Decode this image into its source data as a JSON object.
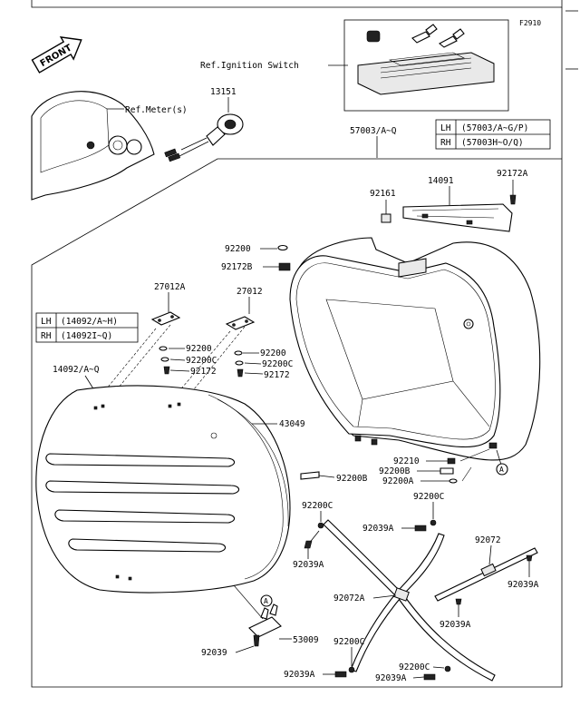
{
  "figure_code": "F2910",
  "ref_labels": {
    "ignition_switch": "Ref.Ignition Switch",
    "meter": "Ref.Meter(s)"
  },
  "front_arrow_text": "FRONT",
  "callout_a": "A",
  "variant_tables": {
    "top": [
      {
        "side": "LH",
        "code": "(57003/A~G/P)"
      },
      {
        "side": "RH",
        "code": "(57003H~O/Q)"
      }
    ],
    "left": [
      {
        "side": "LH",
        "code": "(14092/A~H)"
      },
      {
        "side": "RH",
        "code": "(14092I~Q)"
      }
    ]
  },
  "parts": {
    "p13151": "13151",
    "p57003": "57003/A~Q",
    "p14091": "14091",
    "p92172A": "92172A",
    "p92161": "92161",
    "p92200_a": "92200",
    "p92172B": "92172B",
    "p27012A": "27012A",
    "p27012": "27012",
    "p92200_b": "92200",
    "p92200C_a": "92200C",
    "p92172_a": "92172",
    "p92200_c": "92200",
    "p92200C_b": "92200C",
    "p92172_b": "92172",
    "p14092": "14092/A~Q",
    "p43049": "43049",
    "p92210": "92210",
    "p92200B_a": "92200B",
    "p92200A": "92200A",
    "p92200B_b": "92200B",
    "p92200C_c": "92200C",
    "p92200C_d": "92200C",
    "p92039A_a": "92039A",
    "p92039A_b": "92039A",
    "p92072": "92072",
    "p92039A_c": "92039A",
    "p92072A": "92072A",
    "p92039A_d": "92039A",
    "p53009": "53009",
    "p92039": "92039",
    "p92200C_e": "92200C",
    "p92039A_e": "92039A",
    "p92200C_f": "92200C",
    "p92039A_f": "92039A"
  }
}
